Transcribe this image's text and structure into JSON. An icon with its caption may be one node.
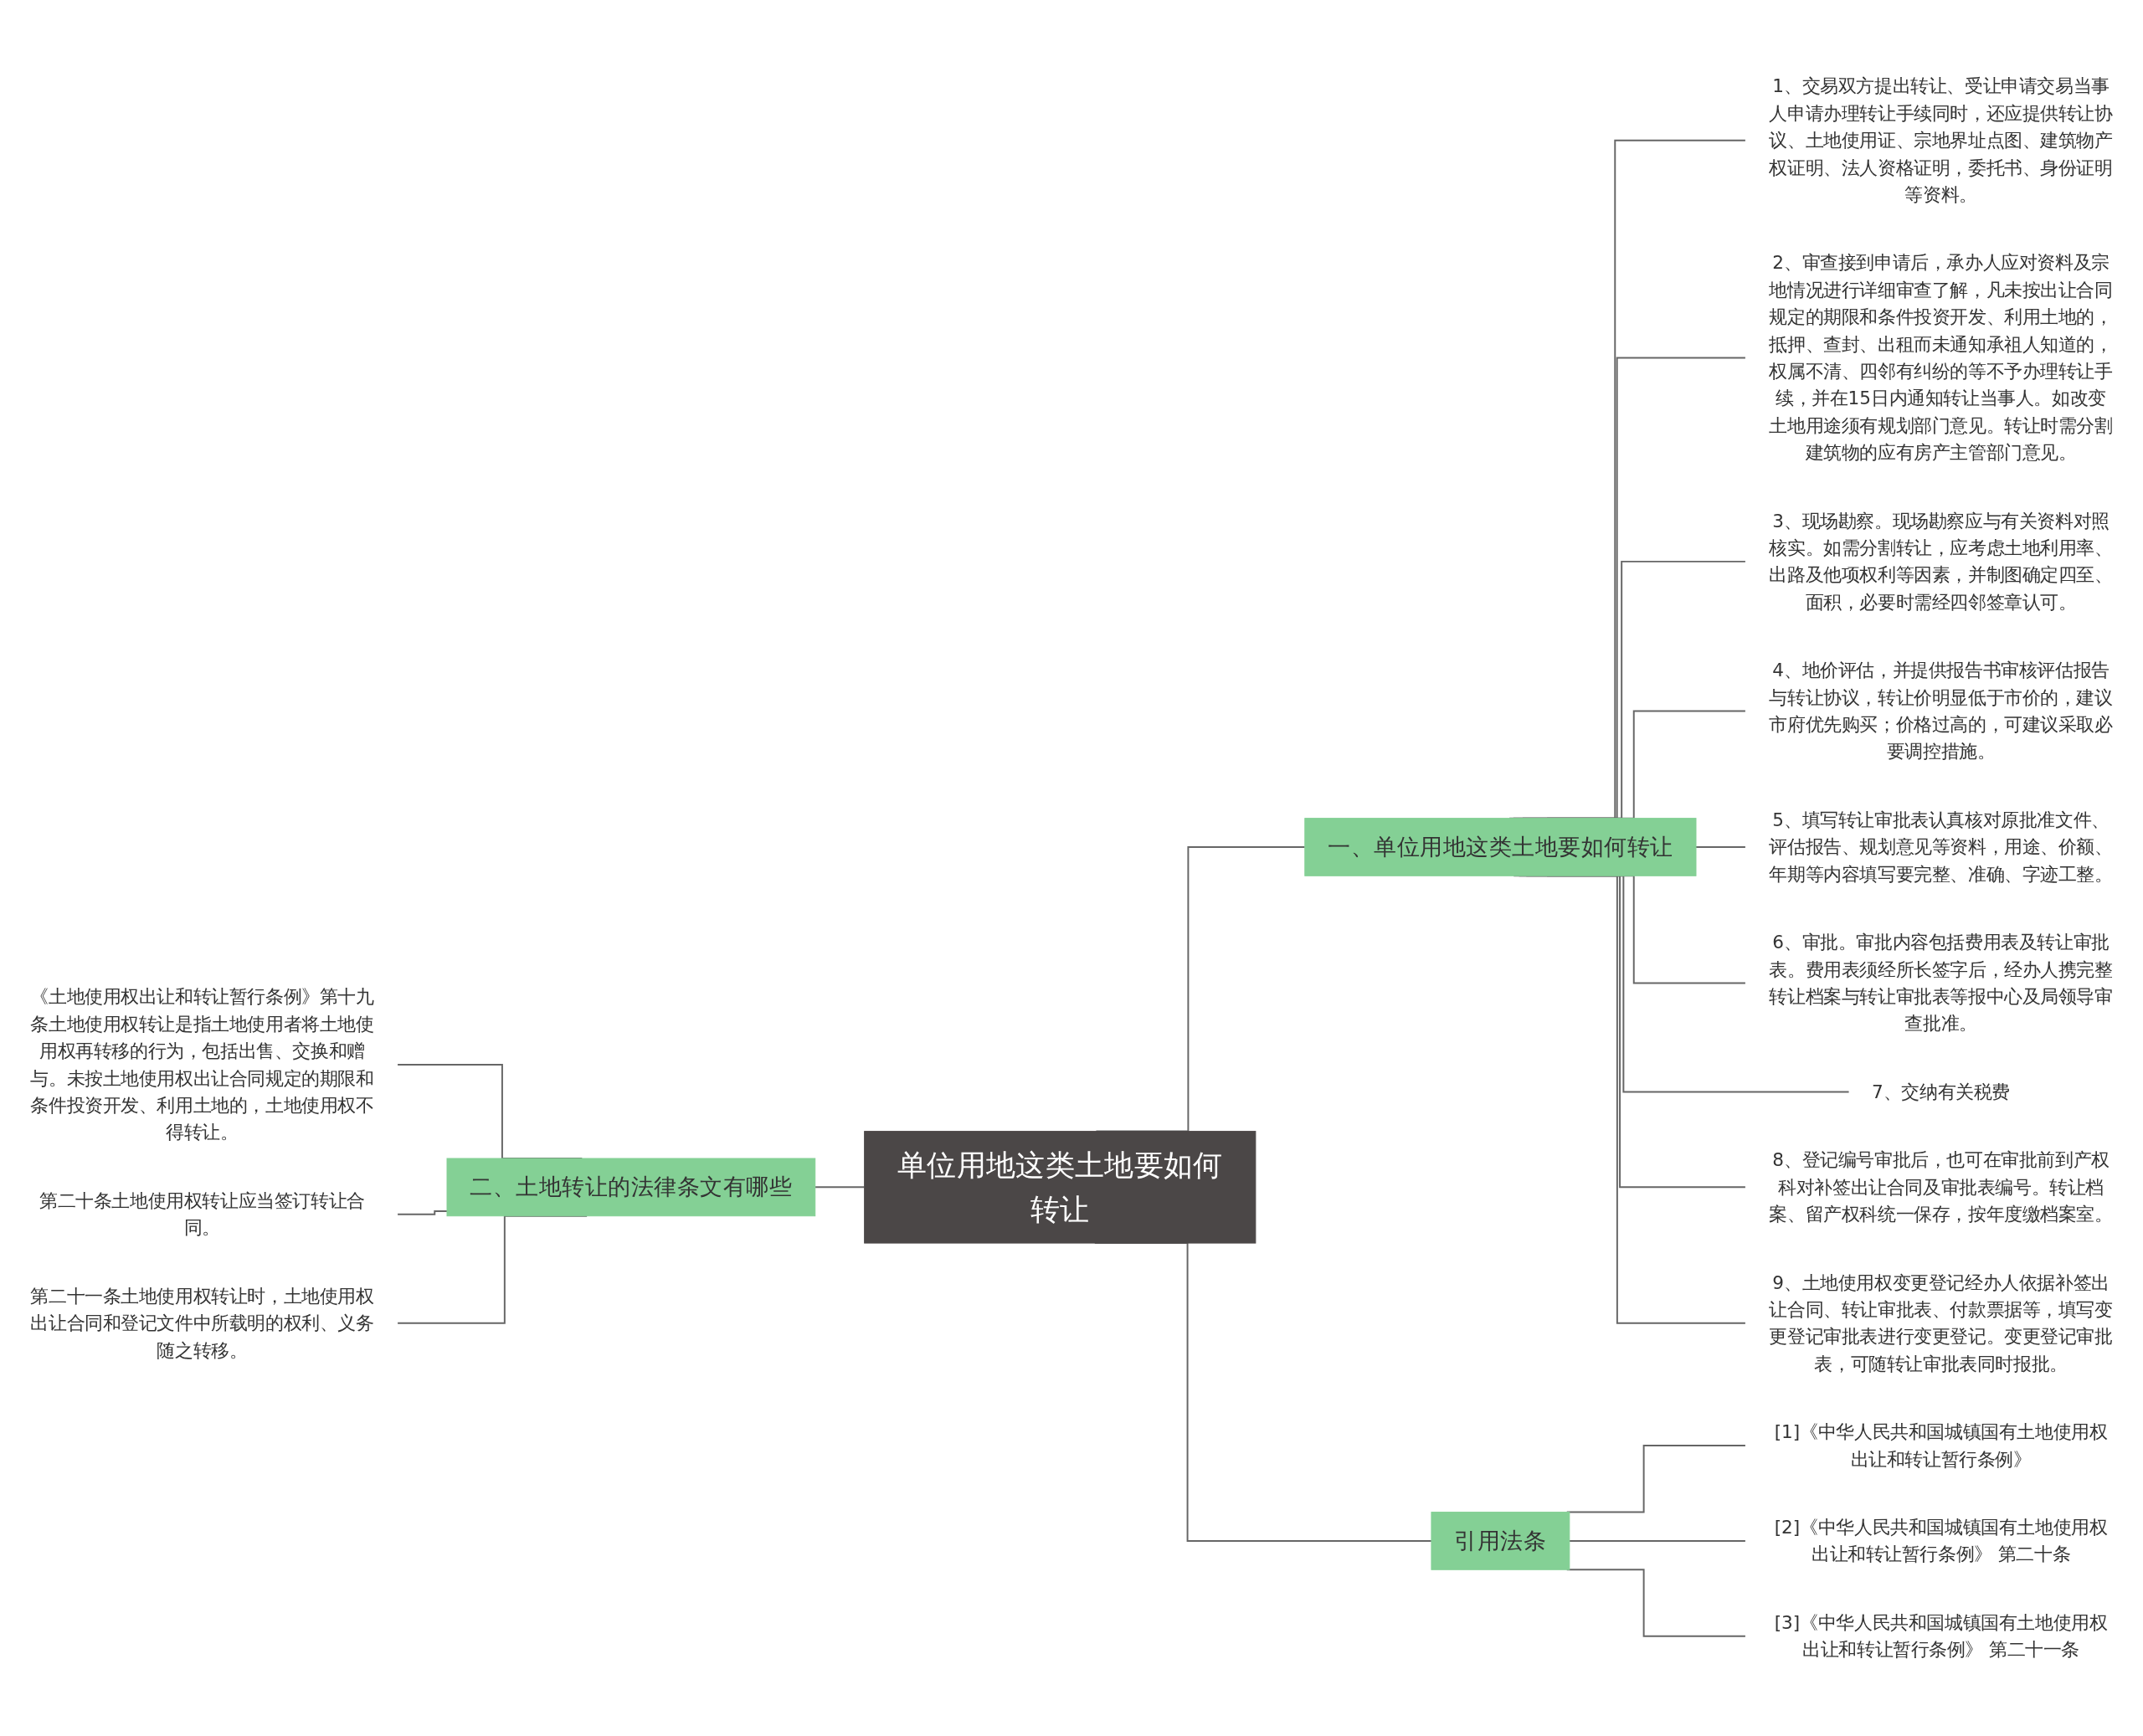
{
  "diagram": {
    "nodes": [
      {
        "text": [
          "单位用地这类土地要如何转让"
        ]
      },
      {
        "text": [
          "一、单位用地这类土地要如何转让"
        ]
      },
      {
        "text": [
          "1、交易双方提出转让、受让申请交易当事人申请办理转让手续同时，还应提供转让协议、土地使用证、宗地界址点图、建筑物产权证明、法人资格证明，委托书、身份证明等资料。"
        ]
      },
      {
        "text": [
          "2、审查接到申请后，承办人应对资料及宗地情况进行详细审查了解，凡未按出让合同规定的期限和条件投资开发、利用土地的，抵押、查封、出租而未通知承祖人知道的，权属不清、四邻有纠纷的等不予办理转让手续，并在15日内通知转让当事人。如改变土地用途须有规划部门意见。转让时需分割建筑物的应有房产主管部门意见。"
        ]
      },
      {
        "text": [
          "3、现场勘察。现场勘察应与有关资料对照核实。如需分割转让，应考虑土地利用率、出路及他项权利等因素，并制图确定四至、面积，必要时需经四邻签章认可。"
        ]
      },
      {
        "text": [
          "4、地价评估，并提供报告书审核评估报告与转让协议，转让价明显低于市价的，建议市府优先购买；价格过高的，可建议采取必要调控措施。"
        ]
      },
      {
        "text": [
          "5、填写转让审批表认真核对原批准文件、评估报告、规划意见等资料，用途、价额、年期等内容填写要完整、准确、字迹工整。"
        ]
      },
      {
        "text": [
          "6、审批。审批内容包括费用表及转让审批表。费用表须经所长签字后，经办人携完整转让档案与转让审批表等报中心及局领导审查批准。"
        ]
      },
      {
        "text": [
          "7、交纳有关税费"
        ]
      },
      {
        "text": [
          "8、登记编号审批后，也可在审批前到产权科对补签出让合同及审批表编号。转让档案、留产权科统一保存，按年度缴档案室。"
        ]
      },
      {
        "text": [
          "9、土地使用权变更登记经办人依据补签出让合同、转让审批表、付款票据等，填写变更登记审批表进行变更登记。变更登记审批表，可随转让审批表同时报批。"
        ]
      },
      {
        "text": [
          "引用法条"
        ]
      },
      {
        "text": [
          "[1]《中华人民共和国城镇国有土地使用权出让和转让暂行条例》"
        ]
      },
      {
        "text": [
          "[2]《中华人民共和国城镇国有土地使用权出让和转让暂行条例》 第二十条"
        ]
      },
      {
        "text": [
          "[3]《中华人民共和国城镇国有土地使用权出让和转让暂行条例》 第二十一条"
        ]
      },
      {
        "text": [
          "二、土地转让的法律条文有哪些"
        ]
      },
      {
        "text": [
          "《土地使用权出让和转让暂行条例》第十九条土地使用权转让是指土地使用者将土地使用权再转移的行为，包括出售、交换和赠与。未按土地使用权出让合同规定的期限和条件投资开发、利用土地的，土地使用权不得转让。"
        ]
      },
      {
        "text": [
          "第二十条土地使用权转让应当签订转让合同。"
        ]
      },
      {
        "text": [
          "第二十一条土地使用权转让时，土地使用权出让合同和登记文件中所载明的权利、义务随之转移。"
        ]
      }
    ],
    "edges": [
      {
        "from": 0,
        "to": 1,
        "arrow": "none"
      },
      {
        "from": 1,
        "to": 2,
        "arrow": "none"
      },
      {
        "from": 1,
        "to": 3,
        "arrow": "none"
      },
      {
        "from": 1,
        "to": 4,
        "arrow": "none"
      },
      {
        "from": 1,
        "to": 5,
        "arrow": "none"
      },
      {
        "from": 1,
        "to": 6,
        "arrow": "none"
      },
      {
        "from": 1,
        "to": 7,
        "arrow": "none"
      },
      {
        "from": 1,
        "to": 8,
        "arrow": "none"
      },
      {
        "from": 1,
        "to": 9,
        "arrow": "none"
      },
      {
        "from": 1,
        "to": 10,
        "arrow": "none"
      },
      {
        "from": 0,
        "to": 11,
        "arrow": "none"
      },
      {
        "from": 11,
        "to": 12,
        "arrow": "none"
      },
      {
        "from": 11,
        "to": 13,
        "arrow": "none"
      },
      {
        "from": 11,
        "to": 14,
        "arrow": "none"
      },
      {
        "from": 0,
        "to": 15,
        "arrow": "none"
      },
      {
        "from": 15,
        "to": 16,
        "arrow": "none"
      },
      {
        "from": 15,
        "to": 17,
        "arrow": "none"
      },
      {
        "from": 15,
        "to": 18,
        "arrow": "none"
      }
    ]
  }
}
